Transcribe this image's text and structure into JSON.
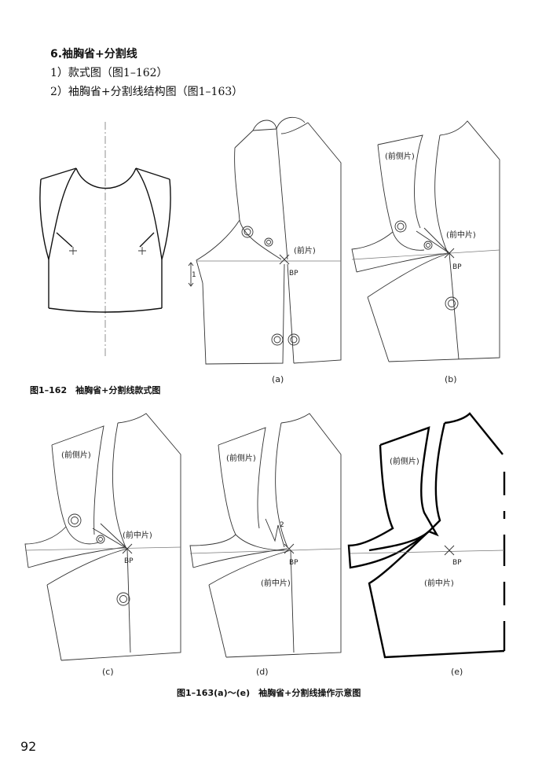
{
  "header": {
    "section_title": "6.袖胸省+分割线",
    "item_1": "1）款式图（图1–162）",
    "item_2": "2）袖胸省+分割线结构图（图1–163）"
  },
  "figures": {
    "fig_162_caption": "图1–162　袖胸省+分割线款式图",
    "fig_163_caption": "图1–163(a)～(e)　袖胸省+分割线操作示意图",
    "panel_a_label": "(a)",
    "panel_b_label": "(b)",
    "panel_c_label": "(c)",
    "panel_d_label": "(d)",
    "panel_e_label": "(e)",
    "front_piece": "(前片)",
    "front_side_piece": "(前侧片)",
    "front_center_piece": "(前中片)",
    "bp_mark": "BP",
    "measure_1": "1",
    "measure_2": "2"
  },
  "page_number": "92"
}
